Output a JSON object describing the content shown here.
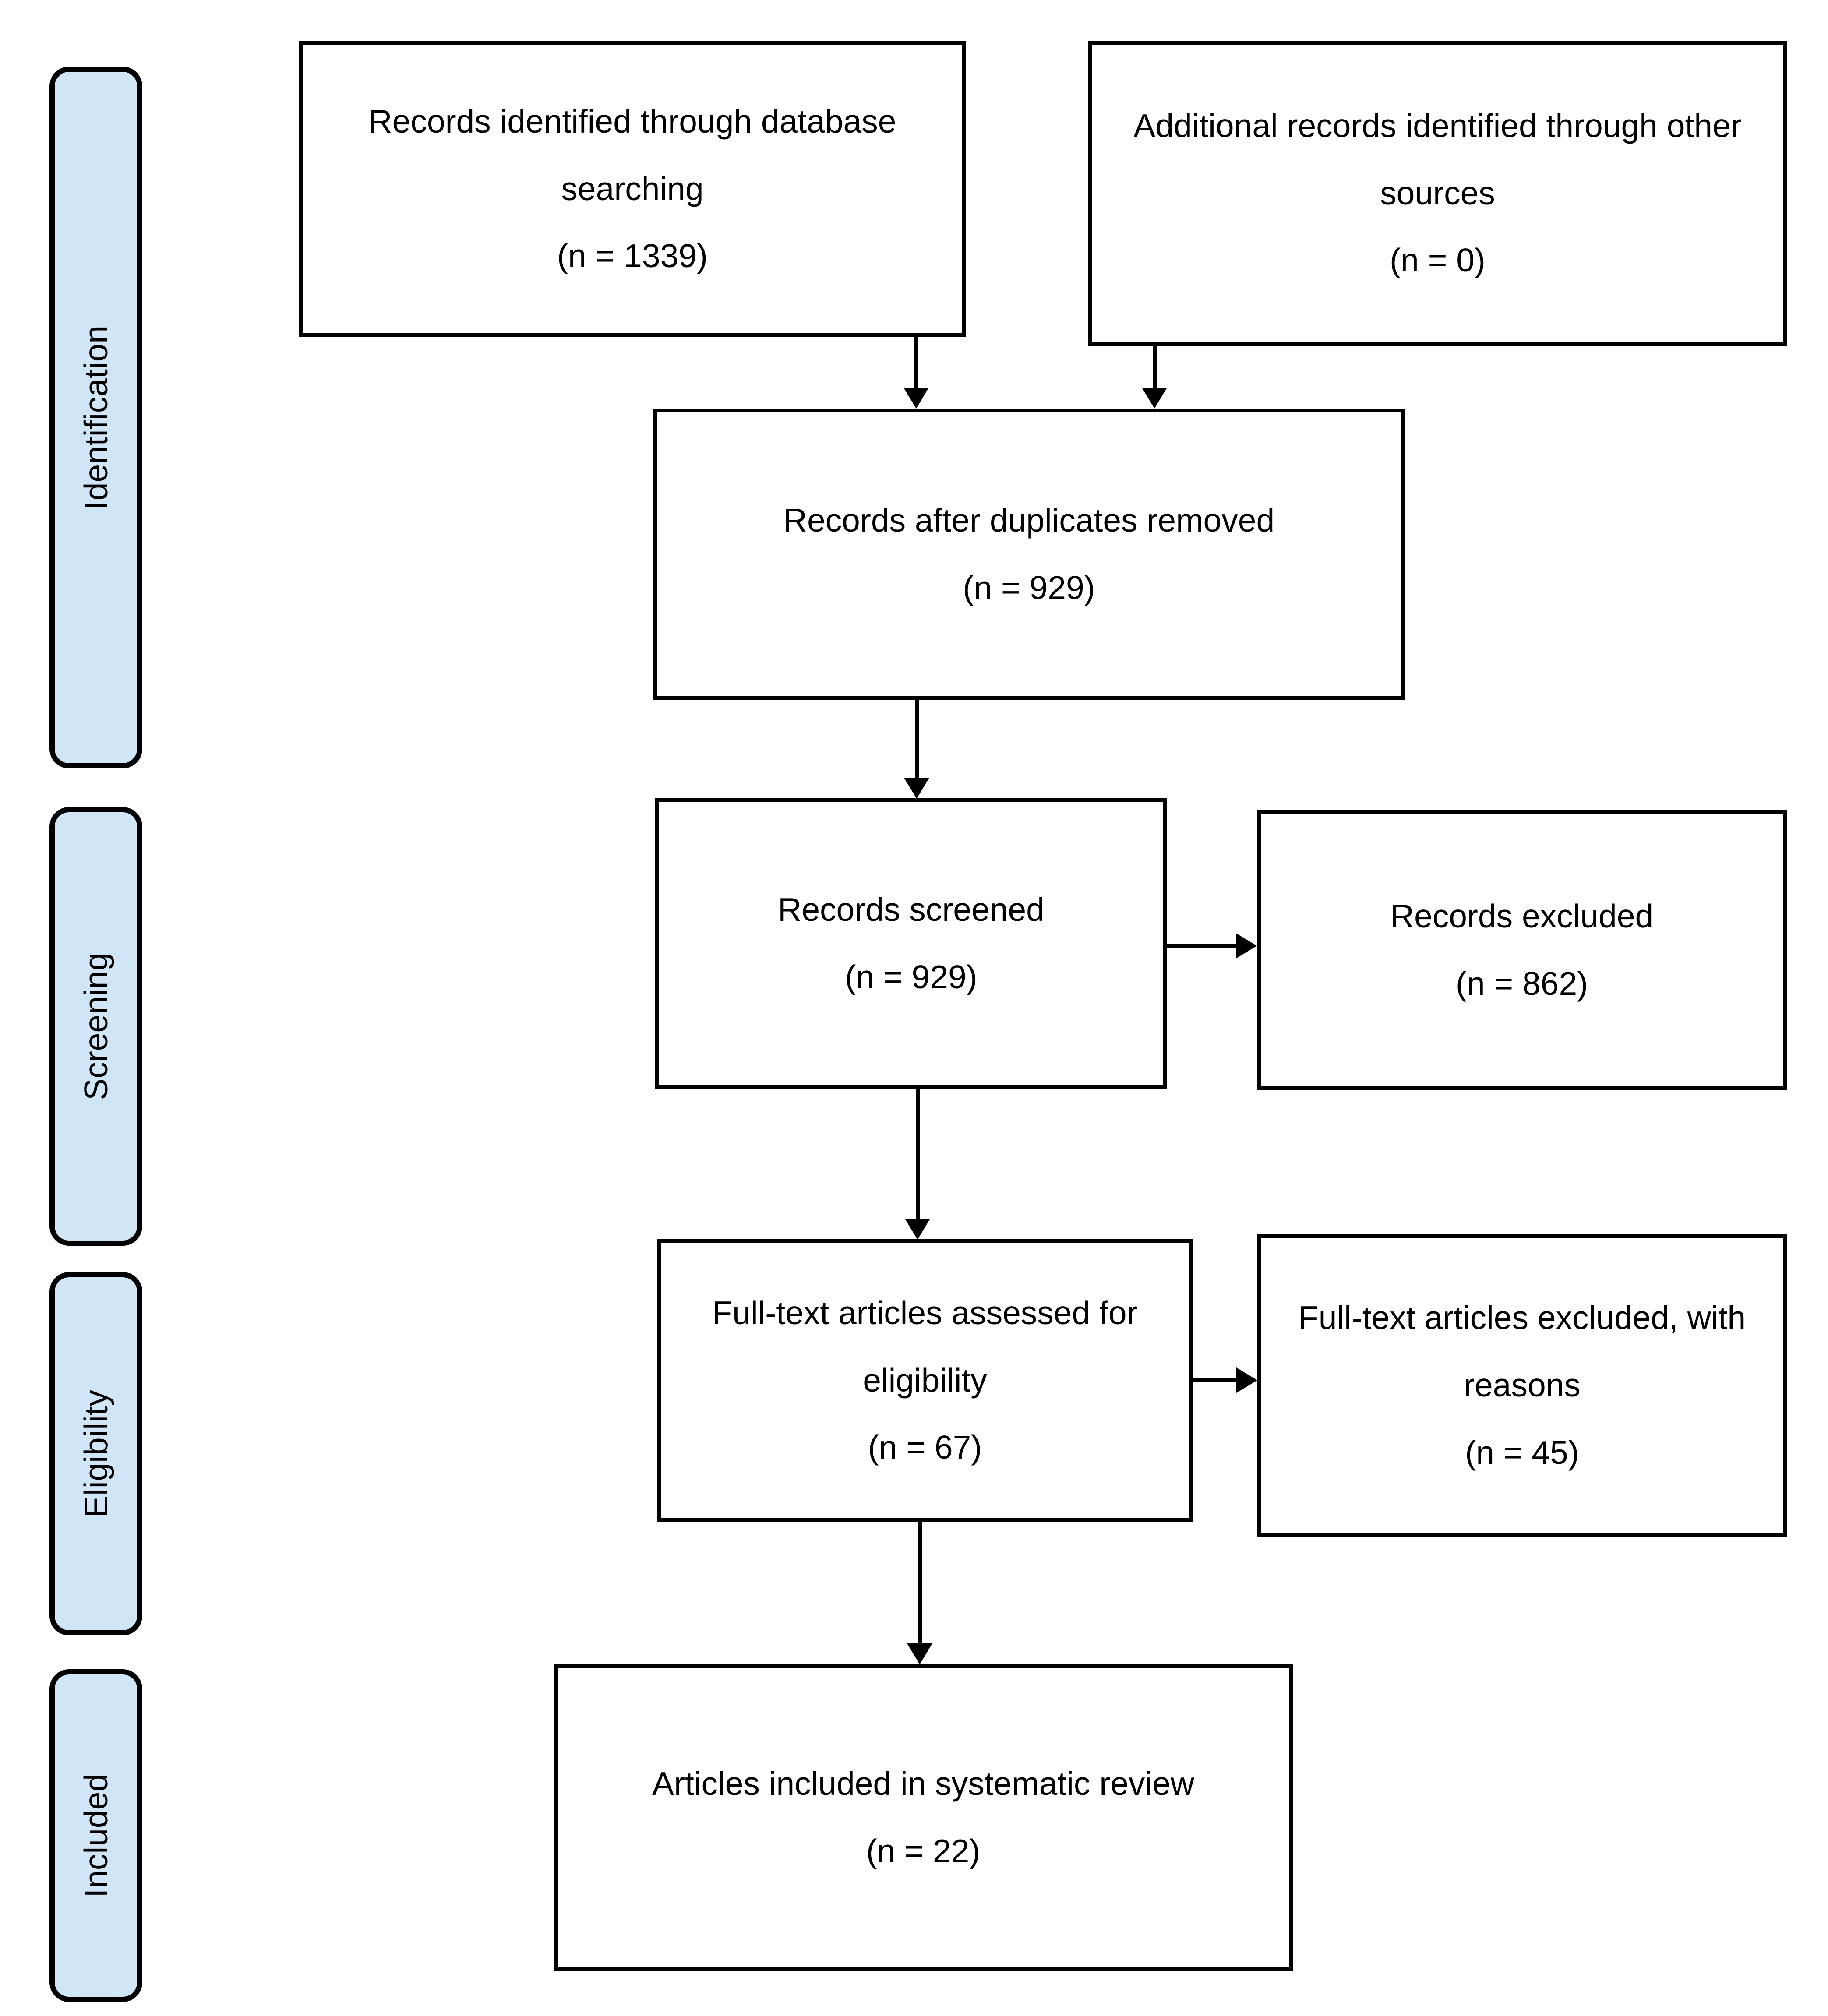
{
  "stages": [
    {
      "label": "Identification"
    },
    {
      "label": "Screening"
    },
    {
      "label": "Eligibility"
    },
    {
      "label": "Included"
    }
  ],
  "nodes": [
    {
      "id": "records-identified",
      "text": "Records identified through database\nsearching\n(n = 1339)",
      "n": 1339
    },
    {
      "id": "additional-records",
      "text": "Additional records identified through other\nsources\n(n = 0)",
      "n": 0
    },
    {
      "id": "records-after-duplicates",
      "text": "Records after duplicates removed\n(n = 929)",
      "n": 929
    },
    {
      "id": "records-screened",
      "text": "Records screened\n(n = 929)",
      "n": 929
    },
    {
      "id": "records-excluded",
      "text": "Records excluded\n(n = 862)",
      "n": 862
    },
    {
      "id": "fulltext-assessed",
      "text": "Full-text articles assessed for\neligibility\n(n = 67)",
      "n": 67
    },
    {
      "id": "fulltext-excluded",
      "text": "Full-text articles excluded, with\nreasons\n(n = 45)",
      "n": 45
    },
    {
      "id": "articles-included",
      "text": "Articles included in systematic review\n(n = 22)",
      "n": 22
    }
  ],
  "colors": {
    "stage_fill": "#d0e6f7",
    "stage_border": "#000000",
    "node_fill": "#ffffff",
    "node_border": "#000000",
    "arrow": "#000000",
    "text": "#000000",
    "background": "#ffffff"
  }
}
